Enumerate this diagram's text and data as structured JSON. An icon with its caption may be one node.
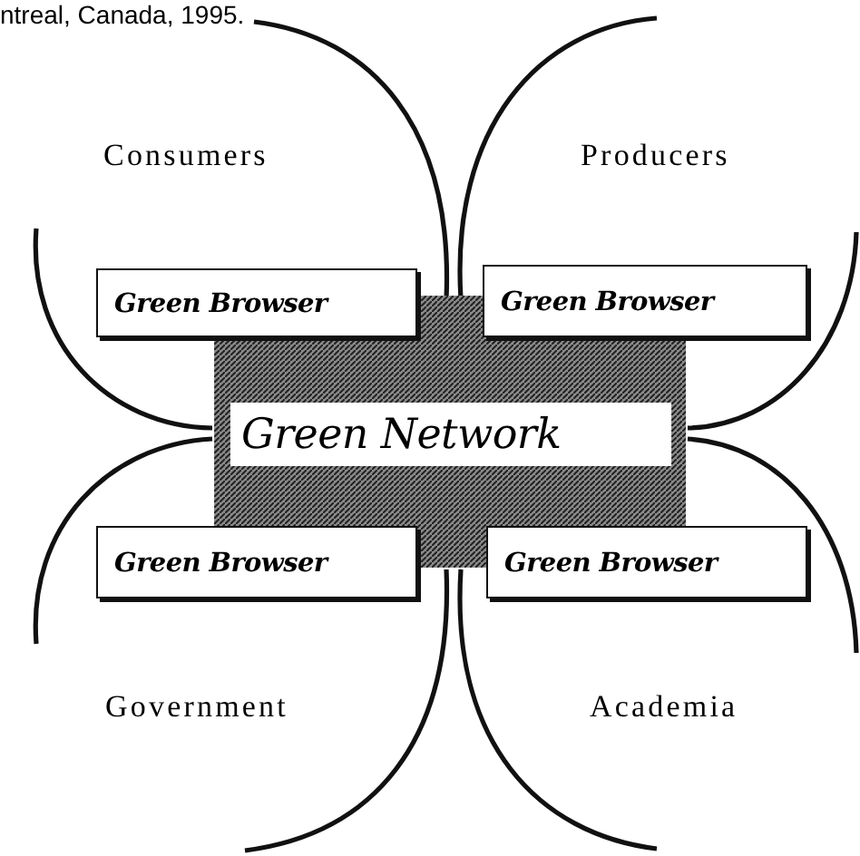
{
  "diagram": {
    "nodes": [
      {
        "text": [
          "Green Network"
        ]
      },
      {
        "text": [
          "Green Browser"
        ]
      },
      {
        "text": [
          "Green Browser"
        ]
      },
      {
        "text": [
          "Green Browser"
        ]
      },
      {
        "text": [
          "Green Browser"
        ]
      }
    ],
    "labels": [
      "ntreal, Canada, 1995.",
      "Consumers",
      "Producers",
      "Government",
      "Academia"
    ]
  }
}
